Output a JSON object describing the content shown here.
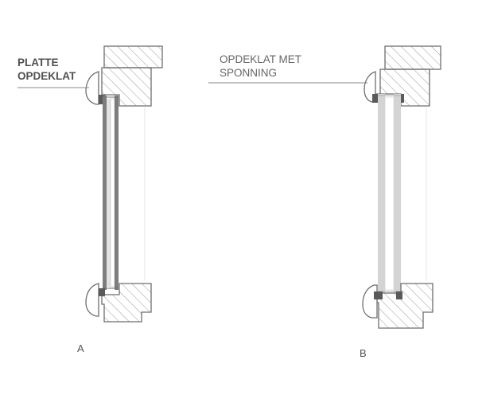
{
  "labels": {
    "platte_line1": "PLATTE",
    "platte_line2": "OPDEKLAT",
    "sponning_line1": "OPDEKLAT MET",
    "sponning_line2": "SPONNING",
    "variant_a": "A",
    "variant_b": "B"
  },
  "colors": {
    "frame_stroke": "#6e6e6e",
    "hatch": "#9a9a9a",
    "glass_dark": "#7d7d7d",
    "glass_light": "#d4d4d4",
    "leader": "#8a8a8a",
    "label_text": "#555555"
  }
}
